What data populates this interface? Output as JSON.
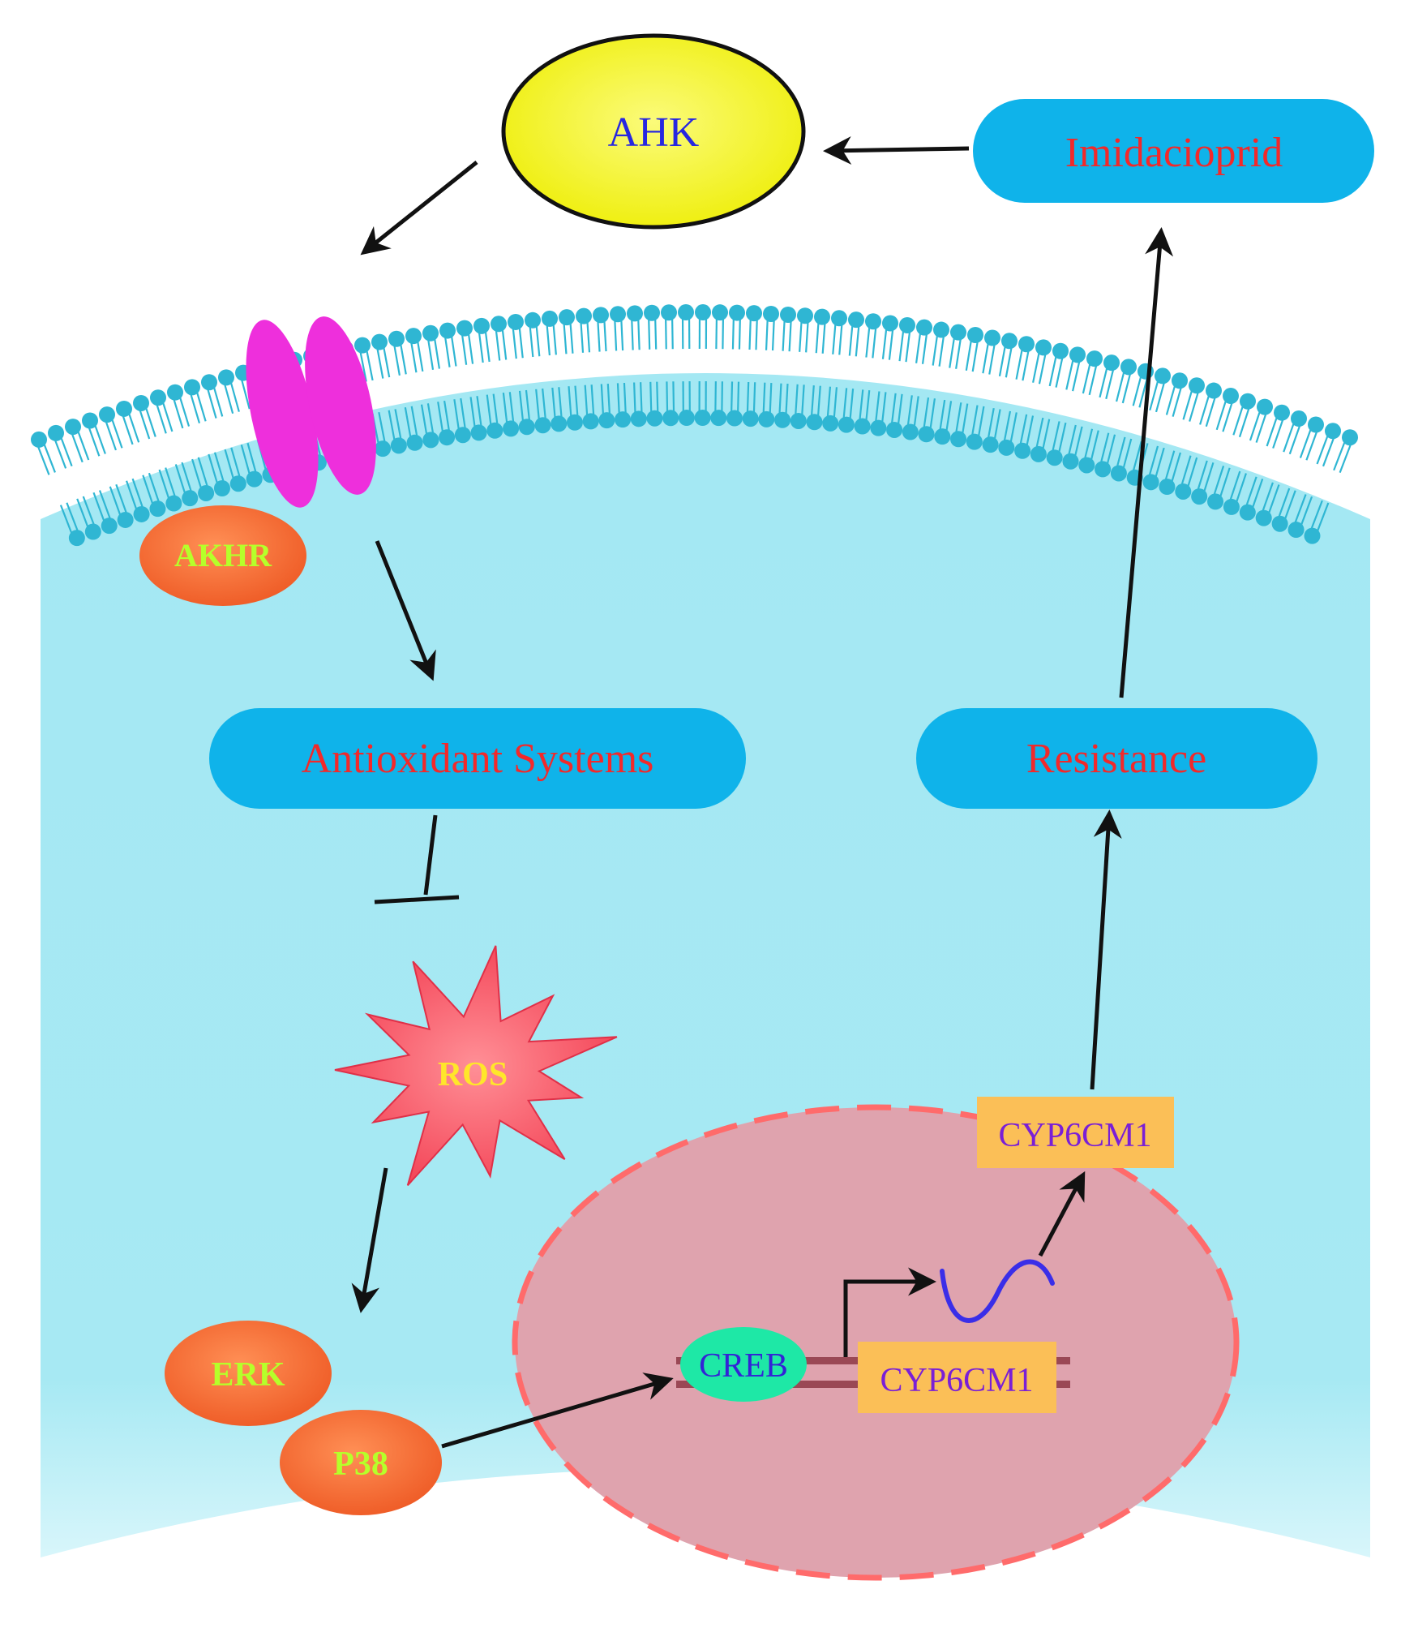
{
  "labels": {
    "ahk": "AHK",
    "imidacloprid": "Imidacioprid",
    "akhr": "AKHR",
    "antioxidant": "Antioxidant Systems",
    "resistance": "Resistance",
    "ros": "ROS",
    "erk": "ERK",
    "p38": "P38",
    "creb": "CREB",
    "cyp_gene": "CYP6CM1",
    "cyp_protein": "CYP6CM1"
  },
  "colors": {
    "cytoplasm": "#a7e9f3",
    "membrane_head": "#2fb6d3",
    "receptor": "#ee2fdc",
    "ahk_fill": "#f1f20c",
    "pill": "#0fb3ea",
    "pill_text": "#f2292a",
    "kinase": "#f26a2f",
    "kinase_text": "#b6ff2a",
    "ros_fill": "#f4485a",
    "ros_text": "#ffe62a",
    "nucleus": "#dfa3ae",
    "nucleus_border": "#ff6b6b",
    "creb_fill": "#1ee8a6",
    "creb_text": "#3323d6",
    "gene_box": "#fbbf57",
    "gene_text": "#7a1fd6",
    "dna": "#9a4855",
    "mrna": "#3a2ee8",
    "arrow": "#111111"
  }
}
